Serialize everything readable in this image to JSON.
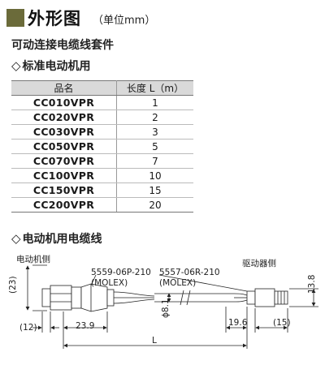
{
  "header": {
    "title": "外形图",
    "unit": "（单位mm）"
  },
  "subtitle": "可动连接电缆线套件",
  "section1": {
    "title": "标准电动机用"
  },
  "table": {
    "columns": [
      "品名",
      "长度 L（m）"
    ],
    "rows": [
      {
        "name": "CC010VPR",
        "length": "1"
      },
      {
        "name": "CC020VPR",
        "length": "2"
      },
      {
        "name": "CC030VPR",
        "length": "3"
      },
      {
        "name": "CC050VPR",
        "length": "5"
      },
      {
        "name": "CC070VPR",
        "length": "7"
      },
      {
        "name": "CC100VPR",
        "length": "10"
      },
      {
        "name": "CC150VPR",
        "length": "15"
      },
      {
        "name": "CC200VPR",
        "length": "20"
      }
    ]
  },
  "section2": {
    "title": "电动机用电缆线"
  },
  "drawing": {
    "motor_side": "电动机侧",
    "driver_side": "驱动器侧",
    "connector_left_part": "5559-06P-210",
    "connector_left_maker": "(MOLEX)",
    "connector_right_part": "5557-06R-210",
    "connector_right_maker": "(MOLEX)",
    "dim_23": "(23)",
    "dim_12": "(12)",
    "dim_23_9": "23.9",
    "dim_phi": "ϕ8.1",
    "dim_19_6": "19.6",
    "dim_15": "(15)",
    "dim_13_8": "13.8",
    "dim_L": "L"
  },
  "colors": {
    "header_square": "#6b6b3a",
    "table_header": "#d9d9d9"
  }
}
